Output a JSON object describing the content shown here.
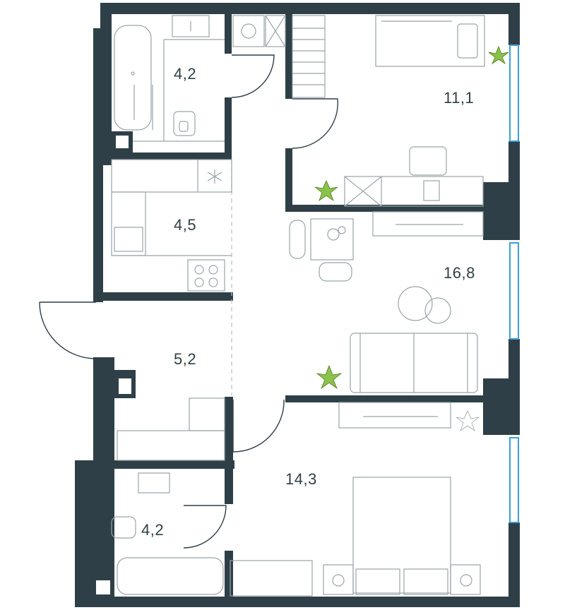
{
  "rooms": [
    {
      "id": "bath-top",
      "area": "4,2"
    },
    {
      "id": "kitchen",
      "area": "4,5"
    },
    {
      "id": "bedroom-top",
      "area": "11,1"
    },
    {
      "id": "living",
      "area": "16,8"
    },
    {
      "id": "hall",
      "area": "5,2"
    },
    {
      "id": "bedroom-bottom",
      "area": "14,3"
    },
    {
      "id": "bath-bottom",
      "area": "4,2"
    }
  ],
  "colors": {
    "wall": "#2e3f47",
    "window": "#3aa0d8",
    "plant": "#8bc34a",
    "furniture": "#9aa4a8"
  }
}
